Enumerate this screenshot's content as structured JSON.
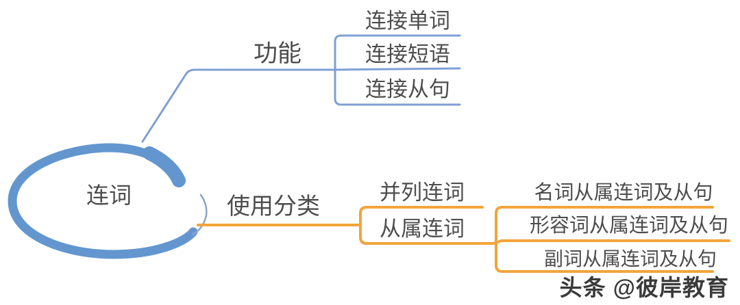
{
  "colors": {
    "blue_line": "#7E9FD4",
    "blue_node": "#6396CF",
    "blue_hook": "#8BA3C9",
    "orange_line": "#F2A43A",
    "text": "#4D4D4D",
    "background": "#FFFFFF"
  },
  "mindmap": {
    "root": {
      "label": "连词"
    },
    "branches": [
      {
        "label": "功能",
        "color": "#7E9FD4",
        "children": [
          {
            "label": "连接单词"
          },
          {
            "label": "连接短语"
          },
          {
            "label": "连接从句"
          }
        ]
      },
      {
        "label": "使用分类",
        "color": "#F2A43A",
        "children": [
          {
            "label": "并列连词"
          },
          {
            "label": "从属连词",
            "children": [
              {
                "label": "名词从属连词及从句"
              },
              {
                "label": "形容词从属连词及从句"
              },
              {
                "label": "副词从属连词及从句"
              }
            ]
          }
        ]
      }
    ]
  },
  "watermark": {
    "text": "头条 @彼岸教育"
  }
}
